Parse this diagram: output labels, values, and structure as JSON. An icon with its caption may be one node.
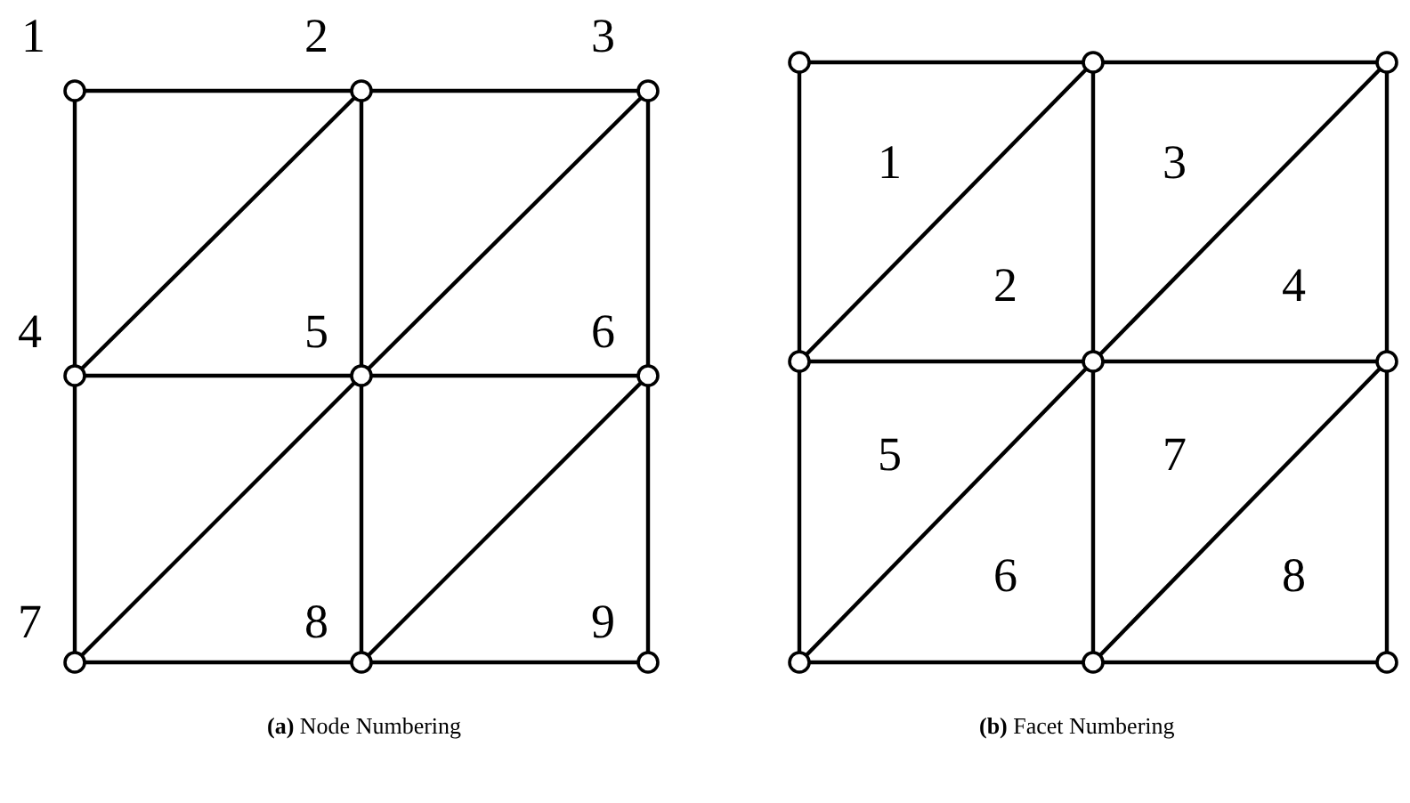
{
  "diagram": {
    "nodes": [
      {
        "text": [],
        "shape": "circle",
        "beside": [
          "1"
        ]
      },
      {
        "text": [],
        "shape": "circle",
        "beside": [
          "2"
        ]
      },
      {
        "text": [],
        "shape": "circle",
        "beside": [
          "3"
        ]
      },
      {
        "text": [],
        "shape": "circle",
        "beside": [
          "4"
        ]
      },
      {
        "text": [],
        "shape": "circle",
        "beside": [
          "5"
        ]
      },
      {
        "text": [],
        "shape": "circle",
        "beside": [
          "6"
        ]
      },
      {
        "text": [],
        "shape": "circle",
        "beside": [
          "7"
        ]
      },
      {
        "text": [],
        "shape": "circle",
        "beside": [
          "8"
        ]
      },
      {
        "text": [],
        "shape": "circle",
        "beside": [
          "9"
        ]
      },
      {
        "text": [],
        "shape": "circle"
      },
      {
        "text": [],
        "shape": "circle"
      },
      {
        "text": [],
        "shape": "circle"
      },
      {
        "text": [],
        "shape": "circle"
      },
      {
        "text": [],
        "shape": "circle"
      },
      {
        "text": [],
        "shape": "circle"
      },
      {
        "text": [],
        "shape": "circle"
      },
      {
        "text": [],
        "shape": "circle"
      },
      {
        "text": [],
        "shape": "circle"
      }
    ],
    "edges": [
      {
        "from": 0,
        "to": 1,
        "arrow": "none"
      },
      {
        "from": 1,
        "to": 2,
        "arrow": "none"
      },
      {
        "from": 0,
        "to": 3,
        "arrow": "none"
      },
      {
        "from": 3,
        "to": 1,
        "arrow": "none"
      },
      {
        "from": 1,
        "to": 4,
        "arrow": "none"
      },
      {
        "from": 4,
        "to": 2,
        "arrow": "none"
      },
      {
        "from": 2,
        "to": 5,
        "arrow": "none"
      },
      {
        "from": 3,
        "to": 4,
        "arrow": "none"
      },
      {
        "from": 4,
        "to": 5,
        "arrow": "none"
      },
      {
        "from": 3,
        "to": 6,
        "arrow": "none"
      },
      {
        "from": 6,
        "to": 4,
        "arrow": "none"
      },
      {
        "from": 4,
        "to": 7,
        "arrow": "none"
      },
      {
        "from": 7,
        "to": 5,
        "arrow": "none"
      },
      {
        "from": 5,
        "to": 8,
        "arrow": "none"
      },
      {
        "from": 6,
        "to": 7,
        "arrow": "none"
      },
      {
        "from": 7,
        "to": 8,
        "arrow": "none"
      },
      {
        "from": 9,
        "to": 10,
        "arrow": "none"
      },
      {
        "from": 10,
        "to": 11,
        "arrow": "none"
      },
      {
        "from": 9,
        "to": 12,
        "arrow": "none"
      },
      {
        "from": 12,
        "to": 10,
        "arrow": "none"
      },
      {
        "from": 10,
        "to": 13,
        "arrow": "none"
      },
      {
        "from": 13,
        "to": 11,
        "arrow": "none"
      },
      {
        "from": 11,
        "to": 14,
        "arrow": "none"
      },
      {
        "from": 12,
        "to": 13,
        "arrow": "none"
      },
      {
        "from": 13,
        "to": 14,
        "arrow": "none"
      },
      {
        "from": 12,
        "to": 15,
        "arrow": "none"
      },
      {
        "from": 15,
        "to": 13,
        "arrow": "none"
      },
      {
        "from": 13,
        "to": 16,
        "arrow": "none"
      },
      {
        "from": 16,
        "to": 14,
        "arrow": "none"
      },
      {
        "from": 14,
        "to": 17,
        "arrow": "none"
      },
      {
        "from": 15,
        "to": 16,
        "arrow": "none"
      },
      {
        "from": 16,
        "to": 17,
        "arrow": "none"
      }
    ],
    "labels": [
      "1",
      "3",
      "2",
      "4",
      "5",
      "7",
      "6",
      "8",
      "**(a)** Node Numbering",
      "**(b)** Facet Numbering"
    ]
  }
}
